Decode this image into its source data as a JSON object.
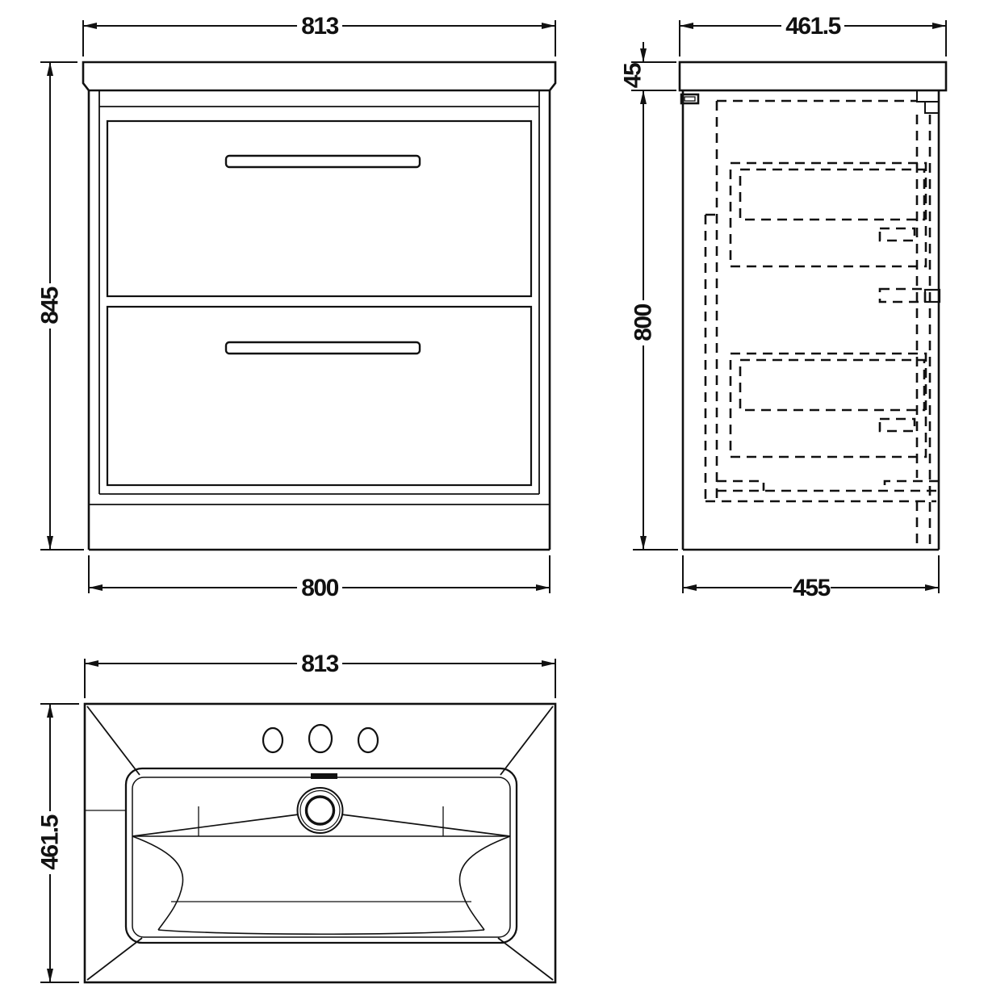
{
  "colors": {
    "line": "#111111",
    "background": "#ffffff"
  },
  "views": {
    "front": {
      "dims": {
        "top_width": "813",
        "height": "845",
        "bottom_width": "800"
      }
    },
    "side": {
      "dims": {
        "top_depth": "461.5",
        "worktop_height": "45",
        "cabinet_height": "800",
        "bottom_depth": "455"
      }
    },
    "plan": {
      "dims": {
        "width": "813",
        "depth": "461.5"
      }
    }
  }
}
